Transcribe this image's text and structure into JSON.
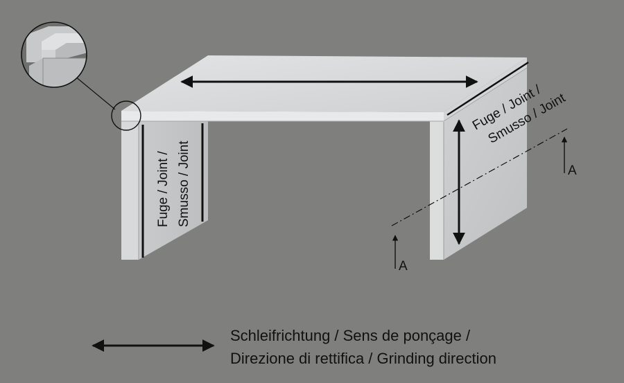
{
  "diagram": {
    "joint_label_left": [
      "Fuge / Joint /",
      "Smusso / Joint"
    ],
    "joint_label_right": [
      "Fuge / Joint /",
      "Smusso / Joint"
    ],
    "section_marker_left": "A",
    "section_marker_right": "A",
    "legend": {
      "line1": "Schleifrichtung / Sens de ponçage /",
      "line2": "Direzione di rettifica / Grinding direction"
    },
    "colors": {
      "background": "#7f7f7d",
      "top_face": "#d9dadb",
      "front_edge": "#e6e7e8",
      "right_leg": "#c9cacb",
      "left_leg": "#c4c5c6",
      "ink": "#111111"
    }
  }
}
